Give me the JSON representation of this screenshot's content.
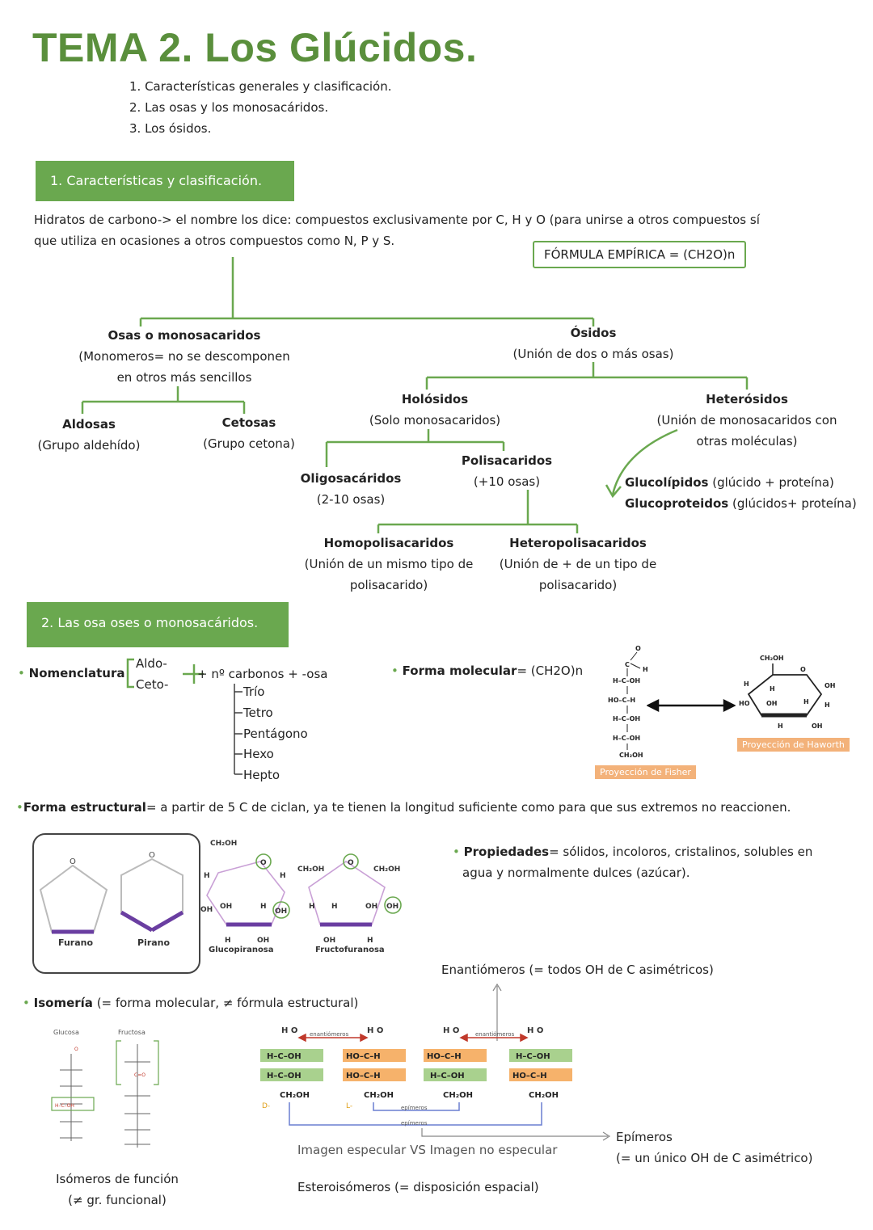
{
  "header": {
    "title": "TEMA 2. Los Glúcidos.",
    "toc": [
      "1. Características generales y clasificación.",
      "2. Las osas y los monosacáridos.",
      "3. Los ósidos."
    ]
  },
  "section1": {
    "banner": "1. Características y clasificación.",
    "intro_line1": "Hidratos de carbono-> el nombre los dice: compuestos exclusivamente por C, H y O (para unirse a otros compuestos sí",
    "intro_line2": "que utiliza en ocasiones a otros compuestos como N, P y S.",
    "formula_box": "FÓRMULA EMPÍRICA = (CH2O)n",
    "tree": {
      "osas": {
        "title": "Osas o monosacaridos",
        "desc1": "(Monomeros= no se descomponen",
        "desc2": "en otros más sencillos"
      },
      "aldosas": {
        "title": "Aldosas",
        "desc": "(Grupo aldehído)"
      },
      "cetosas": {
        "title": "Cetosas",
        "desc": "(Grupo cetona)"
      },
      "osidos": {
        "title": "Ósidos",
        "desc": "(Unión de dos o más osas)"
      },
      "holosidos": {
        "title": "Holósidos",
        "desc": "(Solo monosacaridos)"
      },
      "heterosidos": {
        "title": "Heterósidos",
        "desc1": "(Unión de monosacaridos con",
        "desc2": "otras moléculas)"
      },
      "oligosacaridos": {
        "title": "Oligosacáridos",
        "desc": "(2-10 osas)"
      },
      "polisacaridos": {
        "title": "Polisacaridos",
        "desc": "(+10 osas)"
      },
      "glucolipidos": {
        "title": "Glucolípidos",
        "desc": " (glúcido + proteína)"
      },
      "glucoproteidos": {
        "title": "Glucoproteidos",
        "desc": " (glúcidos+ proteína)"
      },
      "homopolisacaridos": {
        "title": "Homopolisacaridos",
        "desc1": "(Unión de un mismo tipo de",
        "desc2": "polisacarido)"
      },
      "heteropolisacaridos": {
        "title": "Heteropolisacaridos",
        "desc1": "(Unión de + de un tipo de",
        "desc2": "polisacarido)"
      }
    }
  },
  "section2": {
    "banner": "2. Las osa oses o monosacáridos.",
    "nomenclatura": {
      "label": "Nomenclatura",
      "prefixes": [
        "Aldo-",
        "Ceto-"
      ],
      "suffix": "+ nº carbonos + -osa",
      "counts": [
        "Trío",
        "Tetro",
        "Pentágono",
        "Hexo",
        "Hepto"
      ]
    },
    "forma_molecular": {
      "label": "Forma molecular",
      "value": "= (CH2O)n"
    },
    "fisher_tag": "Proyección de Fisher",
    "haworth_tag": "Proyección de Haworth",
    "forma_estructural": {
      "label": "Forma estructural",
      "text": "= a partir de 5 C de ciclan, ya te tienen la longitud suficiente como para que sus extremos no reaccionen."
    },
    "rings": {
      "furano": "Furano",
      "pirano": "Pirano",
      "glucopiranosa": "Glucopiranosa",
      "fructofuranosa": "Fructofuranosa"
    },
    "propiedades": {
      "label": "Propiedades",
      "line1": "= sólidos, incoloros, cristalinos, solubles en",
      "line2": "agua y normalmente dulces (azúcar)."
    },
    "isomeria": {
      "label": "Isomería",
      "text": " (= forma molecular, ≠ fórmula estructural)",
      "glucosa": "Glucosa",
      "fructosa": "Fructosa",
      "funcion1": "Isómeros de función",
      "funcion2": "(≠ gr. funcional)",
      "enantiomeros": "Enantiómeros (= todos OH de C asimétricos)",
      "epimeros1": "Epímeros",
      "epimeros2": "(= un único OH de C asimétrico)",
      "especular": "Imagen especular VS Imagen no especular",
      "estereoisomeros": "Esteroisómeros (= disposición espacial)",
      "enant_small": "enantiómeros",
      "epim_small": "epímeros",
      "d_label": "D-",
      "l_label": "L-"
    }
  }
}
